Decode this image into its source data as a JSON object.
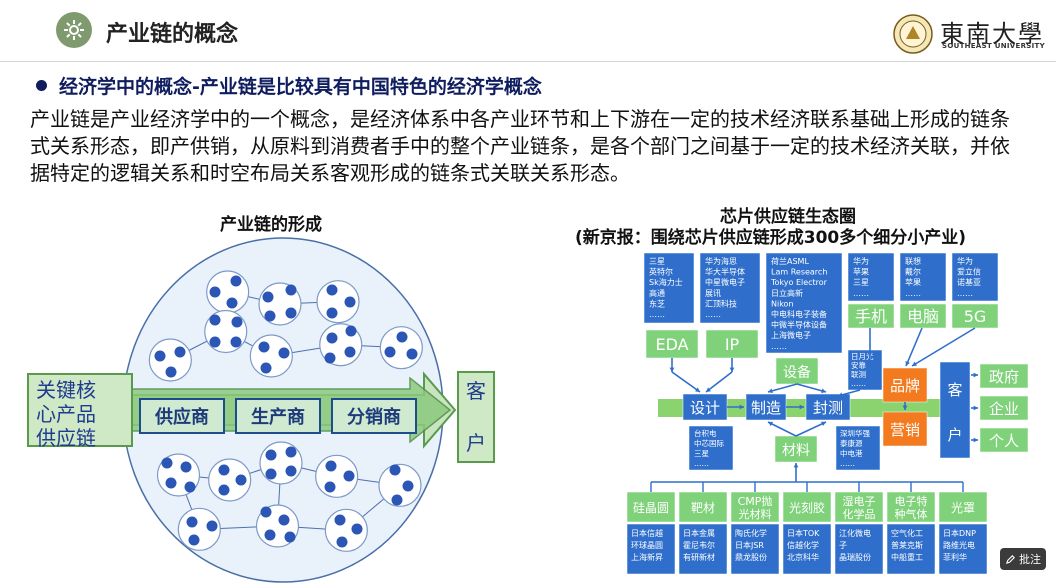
{
  "header": {
    "title": "产业链的概念",
    "icon": "gear-icon",
    "logo_cn": "東南大學",
    "logo_en": "SOUTHEAST UNIVERSITY",
    "accent_color": "#7f9a6e"
  },
  "bullet": "经济学中的概念-产业链是比较具有中国特色的经济学概念",
  "paragraph": "产业链是产业经济学中的一个概念，是经济体系中各产业环节和上下游在一定的技术经济联系基础上形成的链条式关系形态，即产供销，从原料到消费者手中的整个产业链条，是各个部门之间基于一定的技术经济关联，并依据特定的逻辑关系和时空布局关系客观形成的链条式关联关系形态。",
  "left_diagram": {
    "title": "产业链的形成",
    "input": [
      "关键核",
      "心产品",
      "供应链"
    ],
    "stages": [
      "供应商",
      "生产商",
      "分销商"
    ],
    "output": [
      "客",
      "户"
    ]
  },
  "right_diagram": {
    "title": "芯片供应链生态圈",
    "subtitle": "(新京报：围绕芯片供应链形成300多个细分小产业)",
    "top_boxes": [
      {
        "lines": [
          "三星",
          "英特尔",
          "Sk海力士",
          "高通",
          "东芝",
          "……"
        ]
      },
      {
        "lines": [
          "华为海思",
          "华大半导体",
          "中星微电子",
          "展讯",
          "汇顶科技",
          "……"
        ]
      },
      {
        "lines": [
          "荷兰ASML",
          "Lam Research",
          "Tokyo Electror",
          "日立高新",
          "Nikon",
          "中电科电子装备",
          "中微半导体设备",
          "上海微电子",
          "……"
        ]
      },
      {
        "lines": [
          "华为",
          "苹果",
          "三星",
          "……"
        ]
      },
      {
        "lines": [
          "联想",
          "戴尔",
          "苹果",
          "……"
        ]
      },
      {
        "lines": [
          "华为",
          "爱立信",
          "诺基亚",
          "……"
        ]
      }
    ],
    "top_labels": [
      "EDA",
      "IP",
      "手机",
      "电脑",
      "5G"
    ],
    "chain": [
      "设计",
      "制造",
      "封测"
    ],
    "equipment": "设备",
    "materials": "材料",
    "equip_box": [
      "日月光",
      "安靠",
      "联测",
      "……"
    ],
    "mfg_box": [
      "台积电",
      "中芯国际",
      "三星",
      "……"
    ],
    "pack_box": [
      "深圳华强",
      "泰康源",
      "中电港",
      "……"
    ],
    "brand": "品牌",
    "marketing": "营销",
    "customer": [
      "客",
      "户"
    ],
    "customers": [
      "政府",
      "企业",
      "个人"
    ],
    "material_labels": [
      "硅晶圆",
      "靶材",
      "CMP抛光材料",
      "光刻胶",
      "湿电子化学品",
      "电子特种气体",
      "光罩"
    ],
    "material_boxes": [
      [
        "日本信越",
        "环球晶圆",
        "上海新昇"
      ],
      [
        "日本金属",
        "霍尼韦尔",
        "有研新材"
      ],
      [
        "陶氏化学",
        "日本JSR",
        "鼎龙股份"
      ],
      [
        "日本TOK",
        "信越化学",
        "北京科华"
      ],
      [
        "江化微电",
        "子",
        "晶瑞股份"
      ],
      [
        "空气化工",
        "普莱克斯",
        "中船重工"
      ],
      [
        "日本DNP",
        "路维光电",
        "菲利华"
      ]
    ]
  },
  "annotate_label": "批注",
  "colors": {
    "navy": "#0f1d5e",
    "green_box": "#7fd27a",
    "blue_box": "#2f6fcb",
    "orange_box": "#f37a1f"
  }
}
